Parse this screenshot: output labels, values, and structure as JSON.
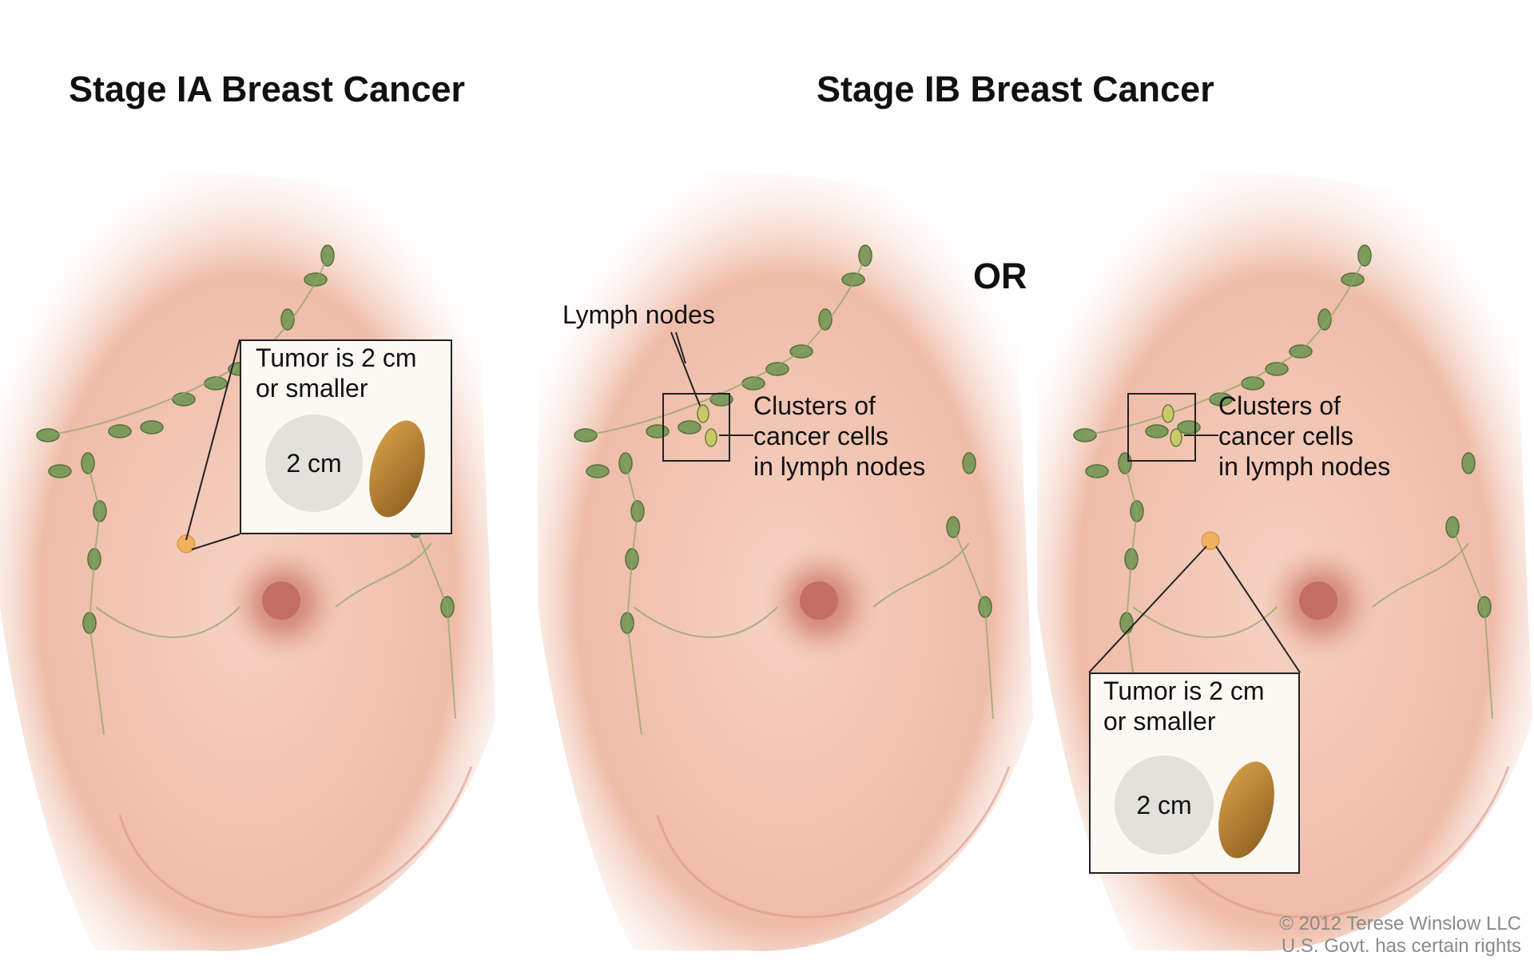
{
  "titles": {
    "stage_ia": "Stage IA Breast Cancer",
    "stage_ib": "Stage IB Breast Cancer",
    "or": "OR"
  },
  "callouts": {
    "tumor_size": [
      "Tumor is 2 cm",
      "or smaller"
    ],
    "circle_label": "2 cm",
    "lymph_nodes": "Lymph nodes",
    "clusters": [
      "Clusters of",
      "cancer cells",
      "in lymph nodes"
    ]
  },
  "copyright": [
    "© 2012 Terese Winslow LLC",
    "U.S. Govt. has certain rights"
  ],
  "colors": {
    "skin": "#f3c6b4",
    "node": "#7e9a5c",
    "tumor": "#f0b060",
    "peanut": "#b8862e"
  }
}
